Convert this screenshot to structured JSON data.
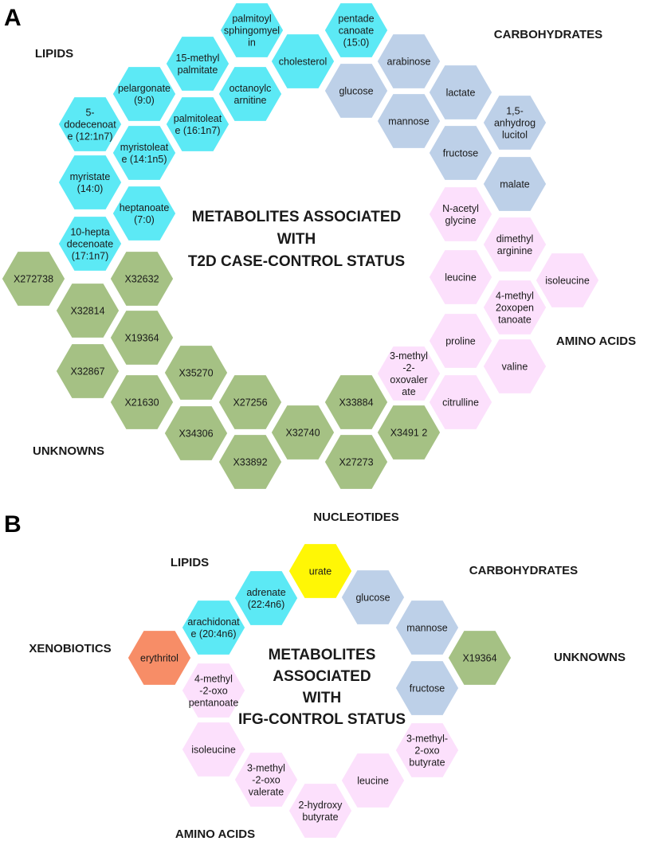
{
  "colors": {
    "lipids": "#5CE9F5",
    "carbohydrates": "#BDD0E8",
    "amino_acids": "#FCE0FC",
    "unknowns": "#A5C184",
    "nucleotides": "#FFF705",
    "xenobiotics": "#F78D67"
  },
  "panels": [
    {
      "letter": "A",
      "center_title": [
        "METABOLITES ASSOCIATED",
        "WITH",
        "T2D CASE-CONTROL STATUS"
      ],
      "categories": [
        {
          "label": "LIPIDS"
        },
        {
          "label": "CARBOHYDRATES"
        },
        {
          "label": "AMINO ACIDS"
        },
        {
          "label": "UNKNOWNS"
        }
      ],
      "hexagons": [
        {
          "group": "lipids",
          "lines": [
            "palmitoyl",
            "sphingomyel",
            "in"
          ]
        },
        {
          "group": "lipids",
          "lines": [
            "pentade",
            "canoate",
            "(15:0)"
          ]
        },
        {
          "group": "lipids",
          "lines": [
            "15-methyl",
            "palmitate"
          ]
        },
        {
          "group": "lipids",
          "lines": [
            "cholesterol"
          ]
        },
        {
          "group": "lipids",
          "lines": [
            "pelargonate",
            "(9:0)"
          ]
        },
        {
          "group": "lipids",
          "lines": [
            "octanoylc",
            "arnitine"
          ]
        },
        {
          "group": "lipids",
          "lines": [
            "5-",
            "dodecenoat",
            "e (12:1n7)"
          ]
        },
        {
          "group": "lipids",
          "lines": [
            "palmitoleat",
            "e (16:1n7)"
          ]
        },
        {
          "group": "lipids",
          "lines": [
            "myristoleat",
            "e (14:1n5)"
          ]
        },
        {
          "group": "lipids",
          "lines": [
            "myristate",
            "(14:0)"
          ]
        },
        {
          "group": "lipids",
          "lines": [
            "heptanoate",
            "(7:0)"
          ]
        },
        {
          "group": "lipids",
          "lines": [
            "10-hepta",
            "decenoate",
            "(17:1n7)"
          ]
        },
        {
          "group": "carbohydrates",
          "lines": [
            "arabinose"
          ]
        },
        {
          "group": "carbohydrates",
          "lines": [
            "glucose"
          ]
        },
        {
          "group": "carbohydrates",
          "lines": [
            "lactate"
          ]
        },
        {
          "group": "carbohydrates",
          "lines": [
            "mannose"
          ]
        },
        {
          "group": "carbohydrates",
          "lines": [
            "1,5-",
            "anhydrog",
            "lucitol"
          ]
        },
        {
          "group": "carbohydrates",
          "lines": [
            "fructose"
          ]
        },
        {
          "group": "carbohydrates",
          "lines": [
            "malate"
          ]
        },
        {
          "group": "amino_acids",
          "lines": [
            "N-acetyl",
            "glycine"
          ]
        },
        {
          "group": "amino_acids",
          "lines": [
            "dimethyl",
            "arginine"
          ]
        },
        {
          "group": "amino_acids",
          "lines": [
            "leucine"
          ]
        },
        {
          "group": "amino_acids",
          "lines": [
            "isoleucine"
          ]
        },
        {
          "group": "amino_acids",
          "lines": [
            "4-methyl",
            "2oxopen",
            "tanoate"
          ]
        },
        {
          "group": "amino_acids",
          "lines": [
            "proline"
          ]
        },
        {
          "group": "amino_acids",
          "lines": [
            "valine"
          ]
        },
        {
          "group": "amino_acids",
          "lines": [
            "3-methyl",
            "-2-",
            "oxovaler",
            "ate"
          ]
        },
        {
          "group": "amino_acids",
          "lines": [
            "citrulline"
          ]
        },
        {
          "group": "unknowns",
          "lines": [
            "X272738"
          ]
        },
        {
          "group": "unknowns",
          "lines": [
            "X32632"
          ]
        },
        {
          "group": "unknowns",
          "lines": [
            "X32814"
          ]
        },
        {
          "group": "unknowns",
          "lines": [
            "X19364"
          ]
        },
        {
          "group": "unknowns",
          "lines": [
            "X32867"
          ]
        },
        {
          "group": "unknowns",
          "lines": [
            "X35270"
          ]
        },
        {
          "group": "unknowns",
          "lines": [
            "X21630"
          ]
        },
        {
          "group": "unknowns",
          "lines": [
            "X27256"
          ]
        },
        {
          "group": "unknowns",
          "lines": [
            "X34306"
          ]
        },
        {
          "group": "unknowns",
          "lines": [
            "X33884"
          ]
        },
        {
          "group": "unknowns",
          "lines": [
            "X32740"
          ]
        },
        {
          "group": "unknowns",
          "lines": [
            "X3491 2"
          ]
        },
        {
          "group": "unknowns",
          "lines": [
            "X33892"
          ]
        },
        {
          "group": "unknowns",
          "lines": [
            "X27273"
          ]
        }
      ]
    },
    {
      "letter": "B",
      "center_title": [
        "METABOLITES",
        "ASSOCIATED",
        "WITH",
        "IFG-CONTROL STATUS"
      ],
      "categories": [
        {
          "label": "NUCLEOTIDES"
        },
        {
          "label": "LIPIDS"
        },
        {
          "label": "CARBOHYDRATES"
        },
        {
          "label": "XENOBIOTICS"
        },
        {
          "label": "UNKNOWNS"
        },
        {
          "label": "AMINO ACIDS"
        }
      ],
      "hexagons": [
        {
          "group": "nucleotides",
          "lines": [
            "urate"
          ]
        },
        {
          "group": "lipids",
          "lines": [
            "adrenate",
            "(22:4n6)"
          ]
        },
        {
          "group": "lipids",
          "lines": [
            "arachidonat",
            "e (20:4n6)"
          ]
        },
        {
          "group": "carbohydrates",
          "lines": [
            "glucose"
          ]
        },
        {
          "group": "carbohydrates",
          "lines": [
            "mannose"
          ]
        },
        {
          "group": "carbohydrates",
          "lines": [
            "fructose"
          ]
        },
        {
          "group": "xenobiotics",
          "lines": [
            "erythritol"
          ]
        },
        {
          "group": "unknowns",
          "lines": [
            "X19364"
          ]
        },
        {
          "group": "amino_acids",
          "lines": [
            "4-methyl",
            "-2-oxo",
            "pentanoate"
          ]
        },
        {
          "group": "amino_acids",
          "lines": [
            "isoleucine"
          ]
        },
        {
          "group": "amino_acids",
          "lines": [
            "3-methyl",
            "-2-oxo",
            "valerate"
          ]
        },
        {
          "group": "amino_acids",
          "lines": [
            "2-hydroxy",
            "butyrate"
          ]
        },
        {
          "group": "amino_acids",
          "lines": [
            "leucine"
          ]
        },
        {
          "group": "amino_acids",
          "lines": [
            "3-methyl-",
            "2-oxo",
            "butyrate"
          ]
        }
      ]
    }
  ]
}
